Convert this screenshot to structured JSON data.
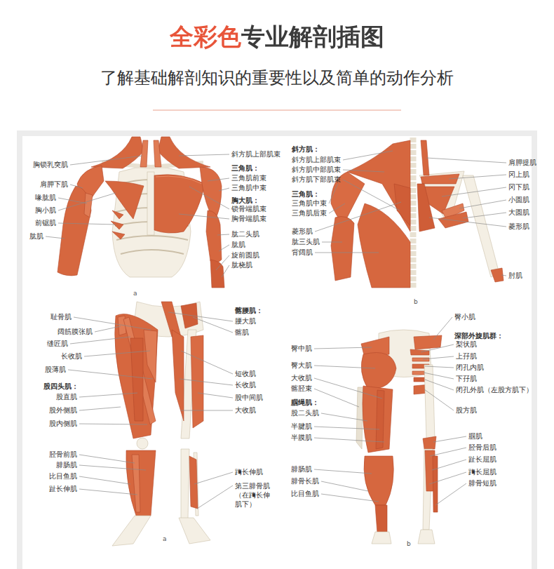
{
  "diagram": {
    "title": "全彩色专业解剖插图",
    "caption": "了解基础解剖知识的重要性以及简单的动作分析",
    "labels": [
      "胸锁乳突肌",
      "肩胛下肌",
      "喙肱肌",
      "胸小肌",
      "前锯肌",
      "肱肌",
      "斜方肌上部肌束",
      "三角肌：",
      "三角肌前束",
      "三角肌中束",
      "胸大肌：",
      "锁骨端肌束",
      "胸骨端肌束",
      "肱二头肌",
      "肱肌",
      "旋前圆肌",
      "肱桡肌",
      "a",
      "斜方肌：",
      "斜方肌上部肌束",
      "斜方肌中部肌束",
      "斜方肌下部肌束",
      "三角肌：",
      "三角肌中束",
      "三角肌后束",
      "菱形肌",
      "肱三头肌",
      "背阔肌",
      "肩胛提肌",
      "冈上肌",
      "冈下肌",
      "小圆肌",
      "大圆肌",
      "菱形肌",
      "肘肌",
      "b",
      "耻骨肌",
      "阔筋膜张肌",
      "缝匠肌",
      "长收肌",
      "股薄肌",
      "股四头肌：",
      "股直肌",
      "股外侧肌",
      "股内侧肌",
      "胫骨前肌",
      "腓肠肌",
      "比目鱼肌",
      "趾长伸肌",
      "髂腰肌：",
      "腰大肌",
      "髂肌",
      "短收肌",
      "长收肌",
      "股中间肌",
      "大收肌",
      "踇长伸肌",
      "第三腓骨肌 （在踇长伸 肌下）",
      "a",
      "臀中肌",
      "臀大肌",
      "大收肌",
      "髂胫束",
      "腘绳肌：",
      "股二头肌",
      "半腱肌",
      "半膜肌",
      "腓肠肌",
      "腓骨长肌",
      "比目鱼肌",
      "臀小肌",
      "深部外旋肌群：",
      "梨状肌",
      "上孖肌",
      "闭孔内肌",
      "下孖肌",
      "闭孔外肌（左股方肌下）",
      "股方肌",
      "腘肌",
      "胫骨后肌",
      "趾长屈肌",
      "踇长屈肌",
      "腓骨短肌",
      "b"
    ]
  }
}
